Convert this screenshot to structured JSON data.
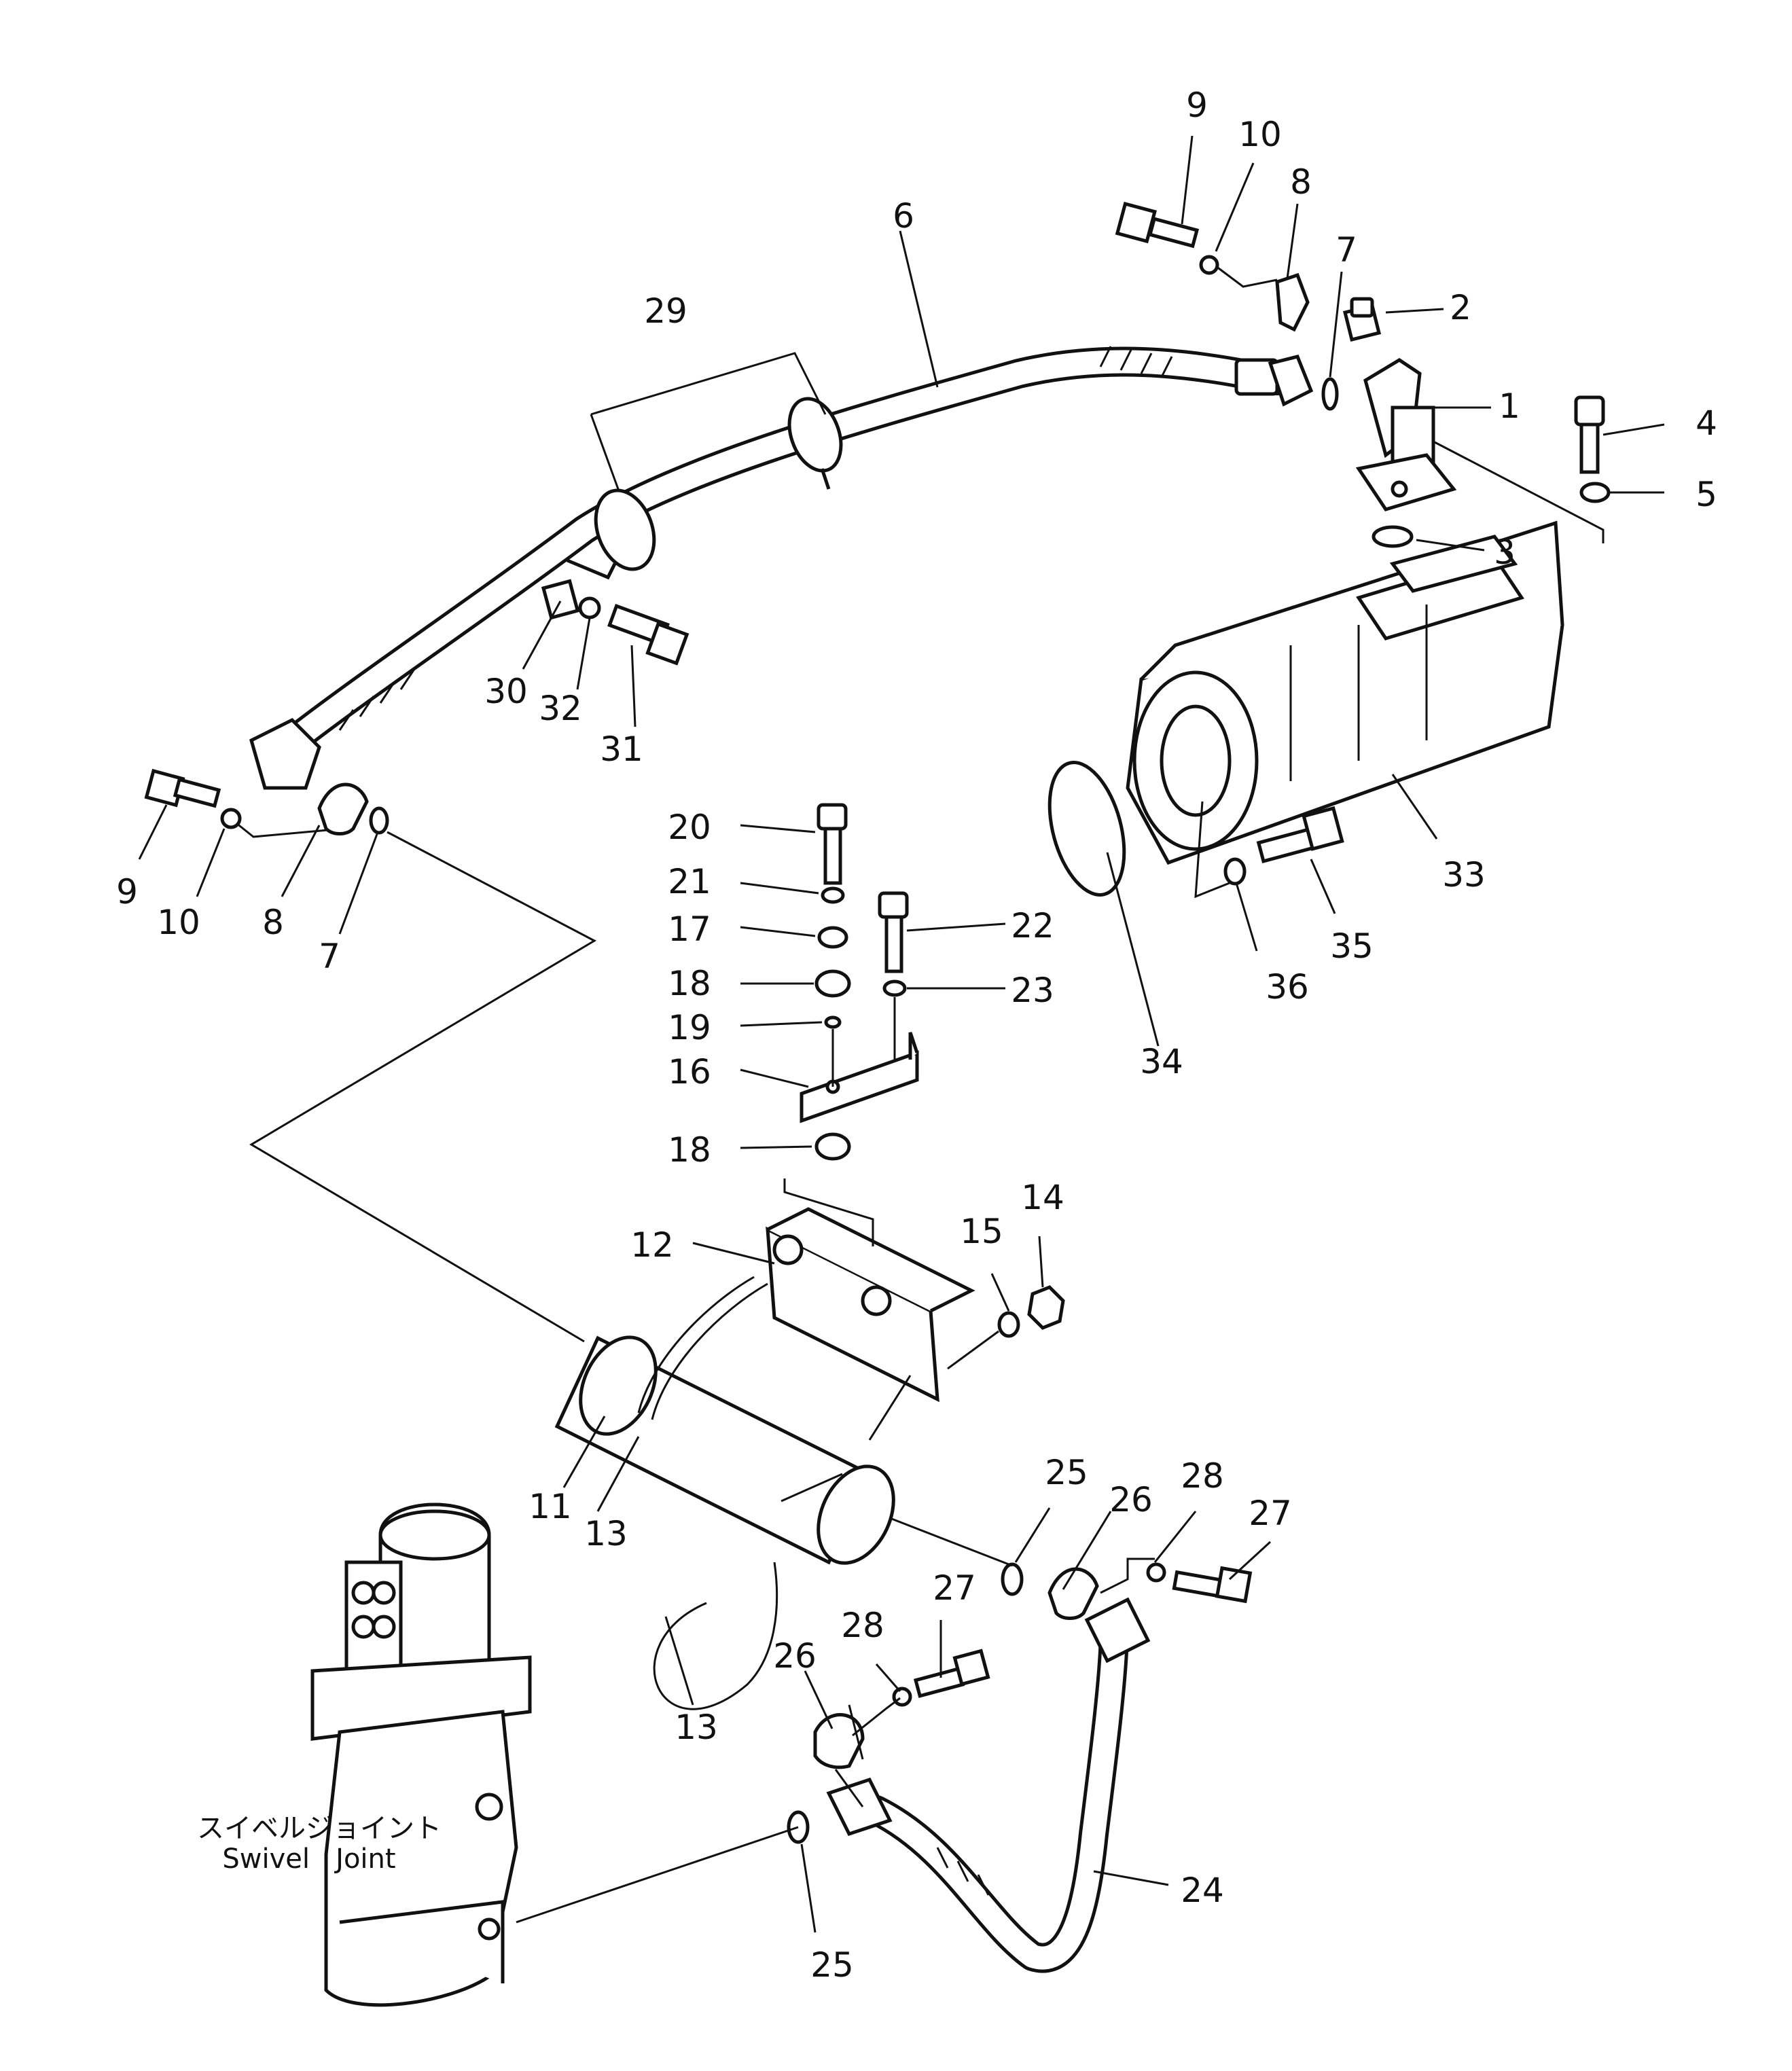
{
  "callouts": {
    "c1": "1",
    "c2": "2",
    "c3": "3",
    "c4": "4",
    "c5": "5",
    "c6": "6",
    "c7a": "7",
    "c7b": "7",
    "c8a": "8",
    "c8b": "8",
    "c9a": "9",
    "c9b": "9",
    "c10a": "10",
    "c10b": "10",
    "c11": "11",
    "c12": "12",
    "c13a": "13",
    "c13b": "13",
    "c14": "14",
    "c15": "15",
    "c16": "16",
    "c17": "17",
    "c18a": "18",
    "c18b": "18",
    "c19": "19",
    "c20": "20",
    "c21": "21",
    "c22": "22",
    "c23": "23",
    "c24": "24",
    "c25a": "25",
    "c25b": "25",
    "c26a": "26",
    "c26b": "26",
    "c27a": "27",
    "c27b": "27",
    "c28a": "28",
    "c28b": "28",
    "c29": "29",
    "c30": "30",
    "c31": "31",
    "c32": "32",
    "c33": "33",
    "c34": "34",
    "c35": "35",
    "c36": "36"
  },
  "swivel_joint": {
    "label_jp": "スイベルジョイント",
    "label_en": "Swivel   Joint"
  },
  "colors": {
    "ink": "#111111",
    "paper": "#ffffff"
  }
}
